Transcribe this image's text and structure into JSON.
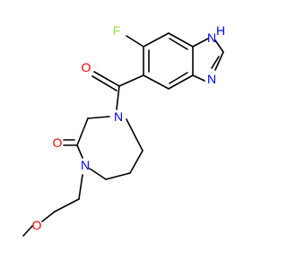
{
  "colors": {
    "bond": "#000000",
    "oxygen": "#ff0000",
    "nitrogen": "#0000ff",
    "fluorine": "#90e050",
    "background": "#ffffff"
  },
  "atoms": {
    "fluorine": "F",
    "carbonyl_oxygen_acyl": "O",
    "imidazole_nh": "H",
    "imidazole_n1": "N",
    "imidazole_n3": "N",
    "diazepane_n4": "N",
    "lactam_oxygen": "O",
    "diazepane_n1": "N",
    "ether_oxygen": "O"
  }
}
